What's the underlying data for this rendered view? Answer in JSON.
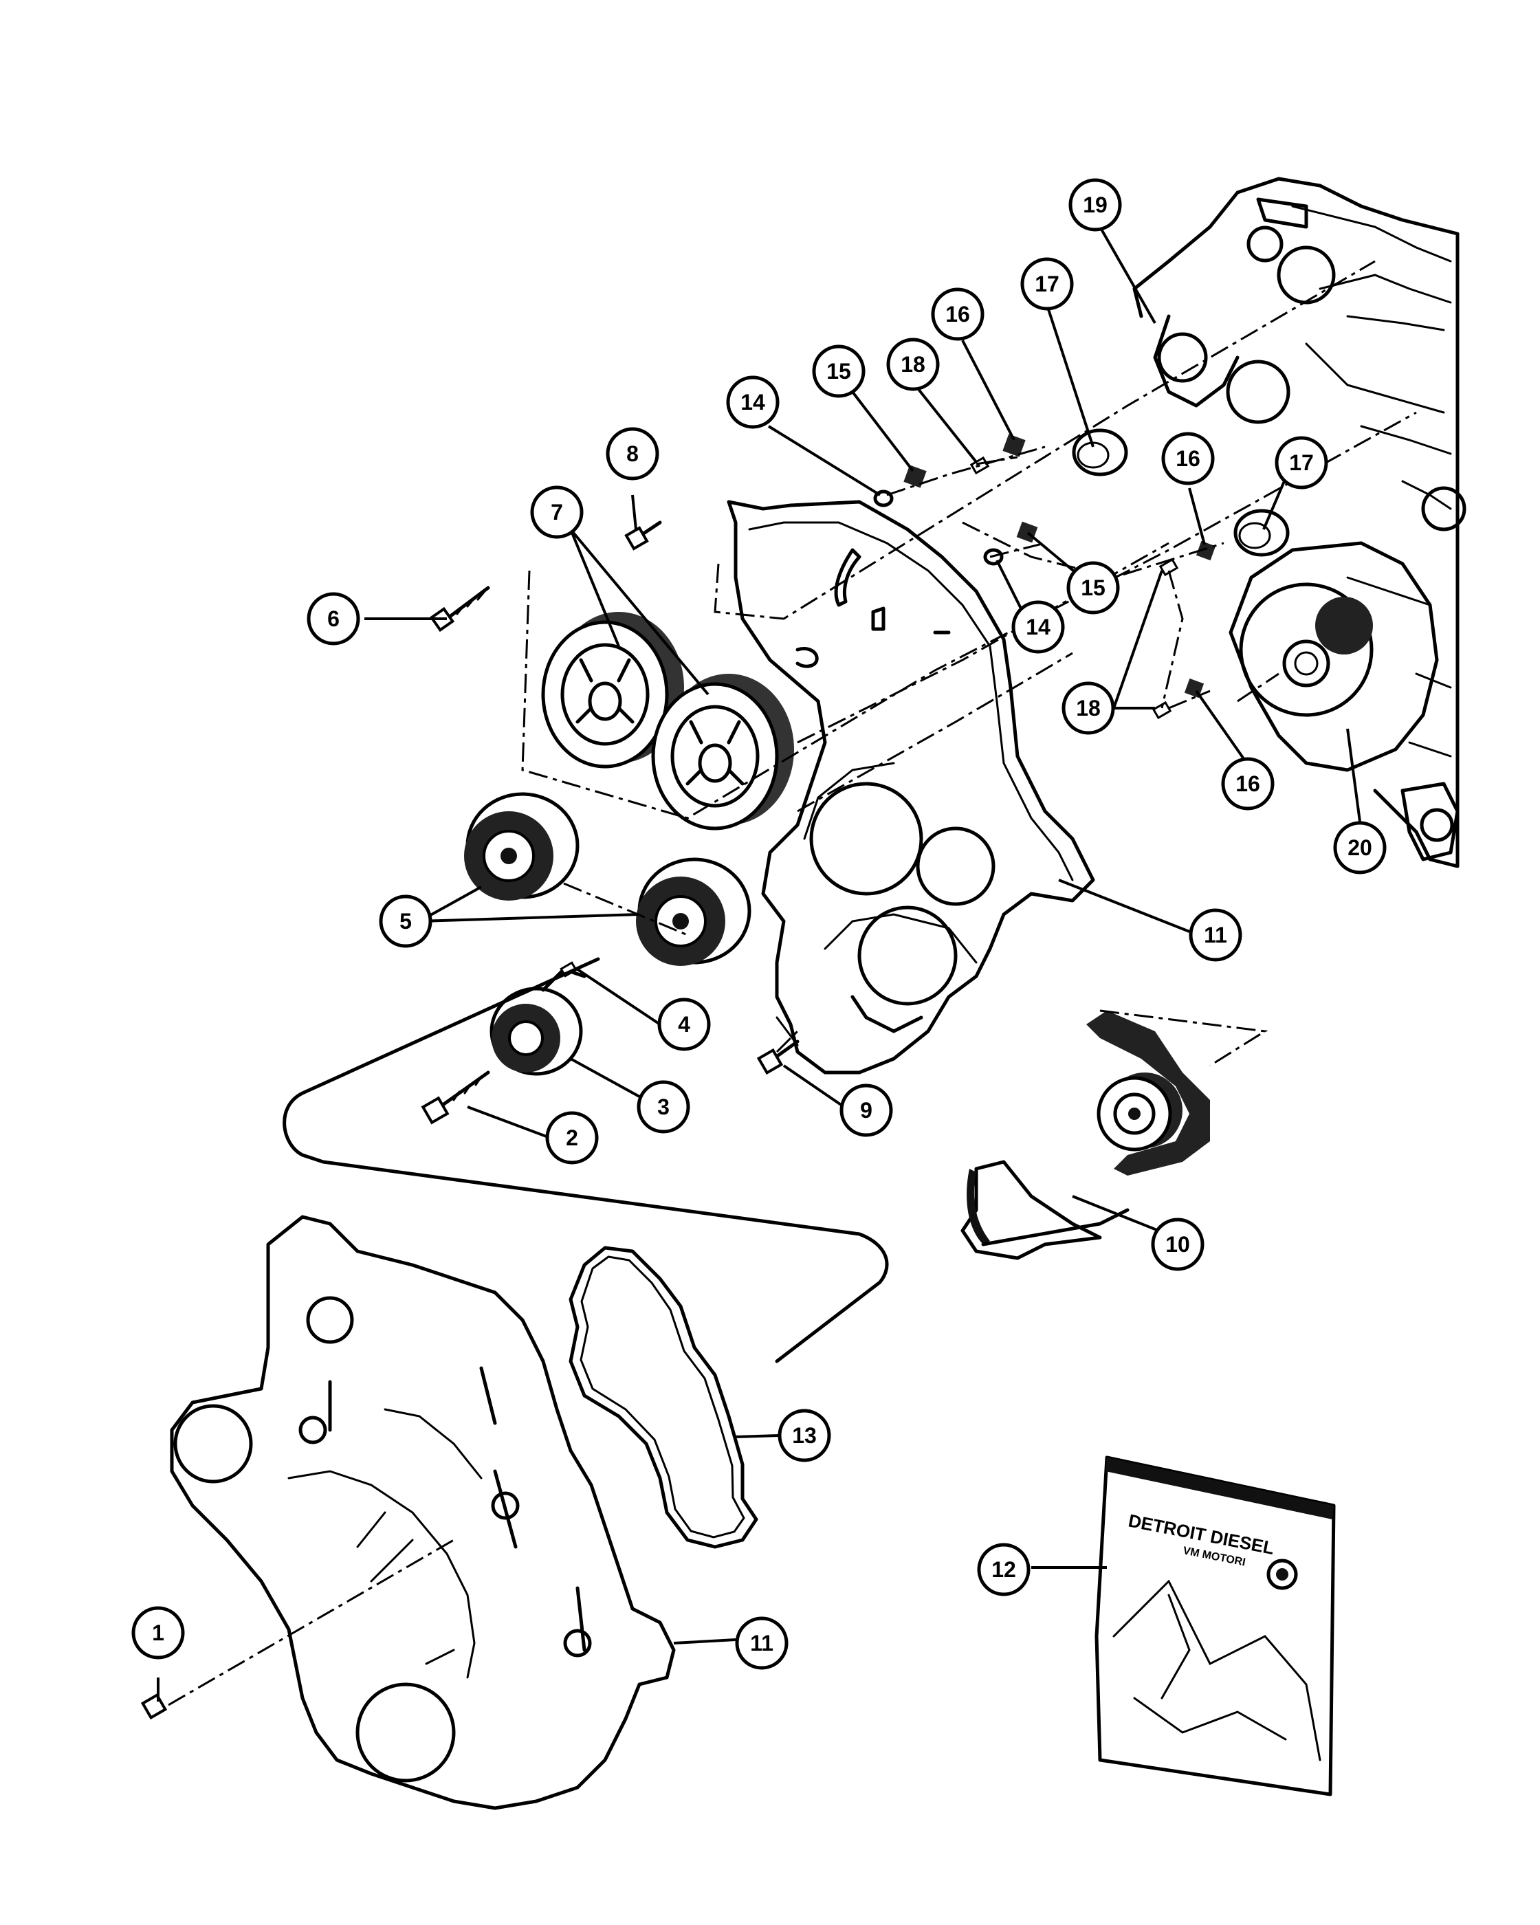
{
  "callouts": [
    {
      "label": "1"
    },
    {
      "label": "2"
    },
    {
      "label": "3"
    },
    {
      "label": "4"
    },
    {
      "label": "5"
    },
    {
      "label": "6"
    },
    {
      "label": "7"
    },
    {
      "label": "8"
    },
    {
      "label": "9"
    },
    {
      "label": "10"
    },
    {
      "label": "11"
    },
    {
      "label": "11"
    },
    {
      "label": "12"
    },
    {
      "label": "13"
    },
    {
      "label": "14"
    },
    {
      "label": "14"
    },
    {
      "label": "15"
    },
    {
      "label": "15"
    },
    {
      "label": "16"
    },
    {
      "label": "16"
    },
    {
      "label": "16"
    },
    {
      "label": "17"
    },
    {
      "label": "17"
    },
    {
      "label": "18"
    },
    {
      "label": "18"
    },
    {
      "label": "19"
    },
    {
      "label": "20"
    }
  ],
  "kit_bag": {
    "brand_line": "DETROIT DIESEL",
    "sub_line": "VM MOTORI"
  }
}
